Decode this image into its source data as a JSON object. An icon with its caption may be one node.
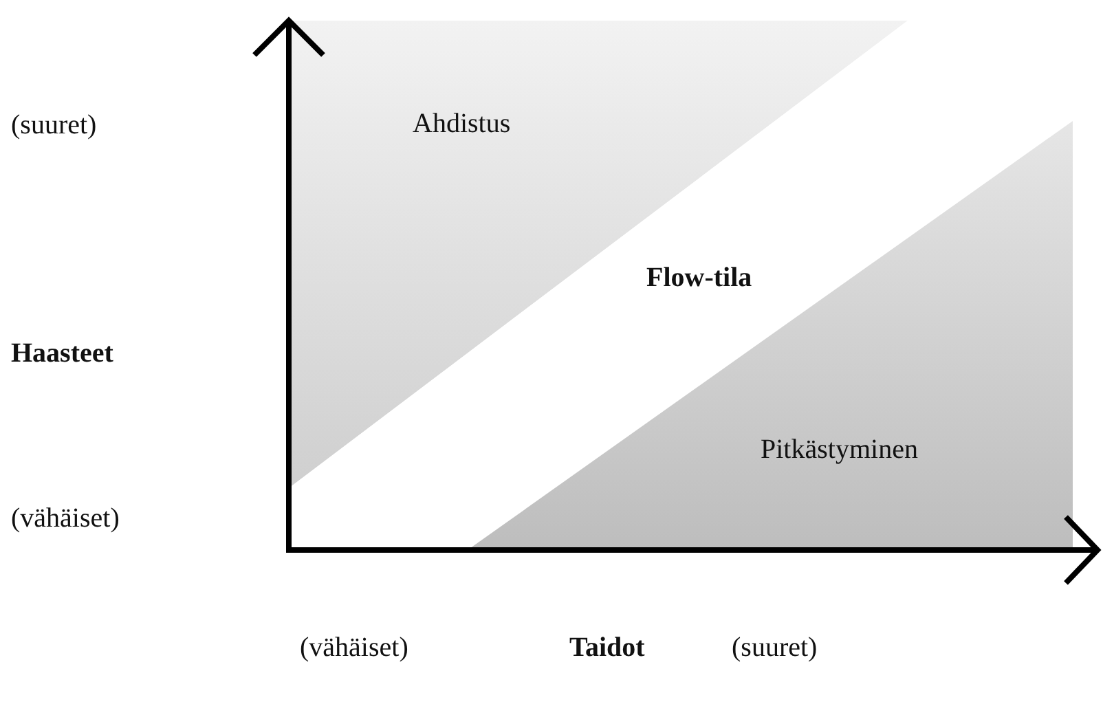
{
  "diagram": {
    "nodes": [
      {
        "text": [
          "Ahdistus"
        ]
      },
      {
        "text": [
          "Flow-tila"
        ]
      },
      {
        "text": [
          "Pitkästyminen"
        ]
      }
    ],
    "labels": [
      "(suuret)",
      "Haasteet",
      "(vähäiset)",
      "(vähäiset)",
      "Taidot",
      "(suuret)"
    ]
  }
}
